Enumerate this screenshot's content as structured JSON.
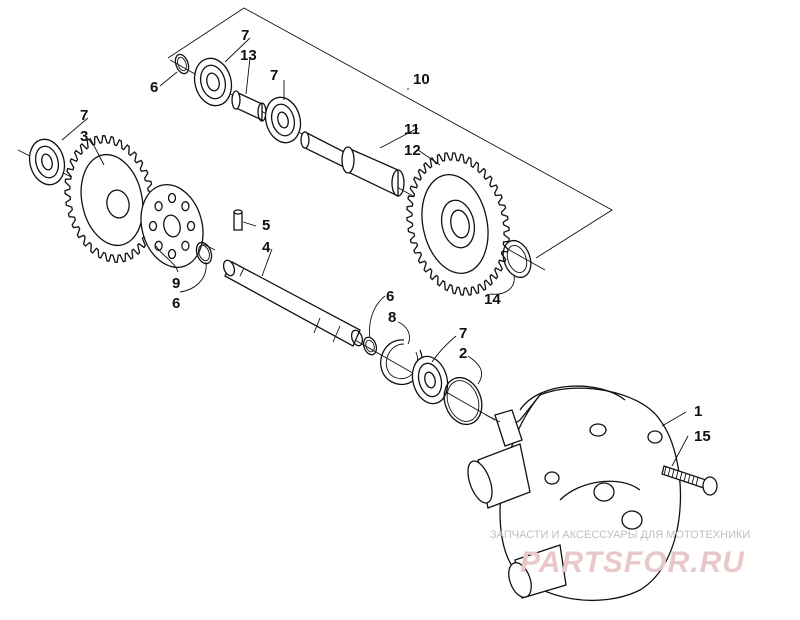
{
  "callouts": [
    {
      "id": "c1",
      "text": "1"
    },
    {
      "id": "c2",
      "text": "2"
    },
    {
      "id": "c3",
      "text": "3"
    },
    {
      "id": "c4",
      "text": "4"
    },
    {
      "id": "c5",
      "text": "5"
    },
    {
      "id": "c6a",
      "text": "6"
    },
    {
      "id": "c6b",
      "text": "6"
    },
    {
      "id": "c6c",
      "text": "6"
    },
    {
      "id": "c7a",
      "text": "7"
    },
    {
      "id": "c7b",
      "text": "7"
    },
    {
      "id": "c7c",
      "text": "7"
    },
    {
      "id": "c7d",
      "text": "7"
    },
    {
      "id": "c8",
      "text": "8"
    },
    {
      "id": "c9",
      "text": "9"
    },
    {
      "id": "c10",
      "text": "10"
    },
    {
      "id": "c11",
      "text": "11"
    },
    {
      "id": "c12",
      "text": "12"
    },
    {
      "id": "c13",
      "text": "13"
    },
    {
      "id": "c14",
      "text": "14"
    },
    {
      "id": "c15",
      "text": "15"
    }
  ],
  "watermark": {
    "tagline": "ЗАПЧАСТИ И АКСЕССУАРЫ ДЛЯ МОТОТЕХНИКИ",
    "logo": "PARTSFOR.RU"
  }
}
